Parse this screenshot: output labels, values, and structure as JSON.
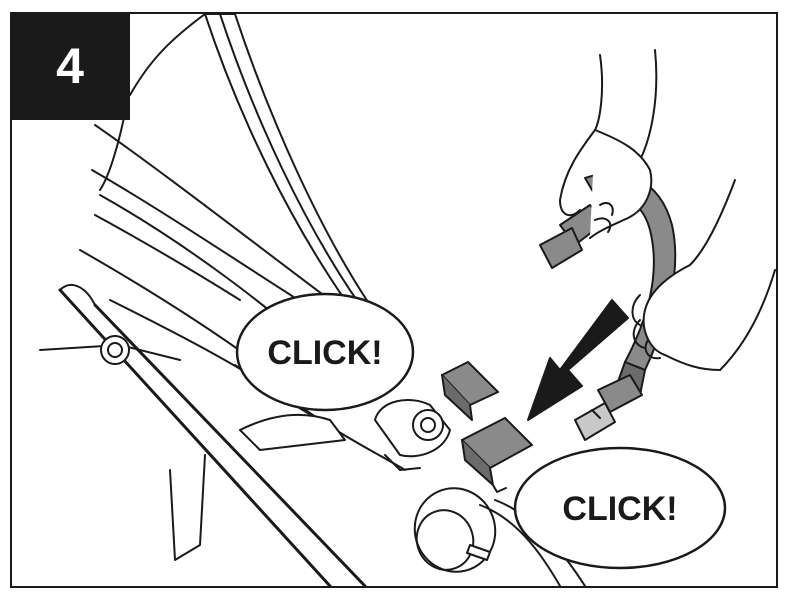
{
  "step": {
    "number": "4"
  },
  "callouts": [
    {
      "id": "click-1",
      "text": "CLICK!"
    },
    {
      "id": "click-2",
      "text": "CLICK!"
    }
  ],
  "colors": {
    "line": "#1a1a1a",
    "component_gray": "#8a8a8a",
    "dark_gray": "#6b6b6b",
    "light_gray": "#c8c8c8",
    "background": "#ffffff"
  }
}
